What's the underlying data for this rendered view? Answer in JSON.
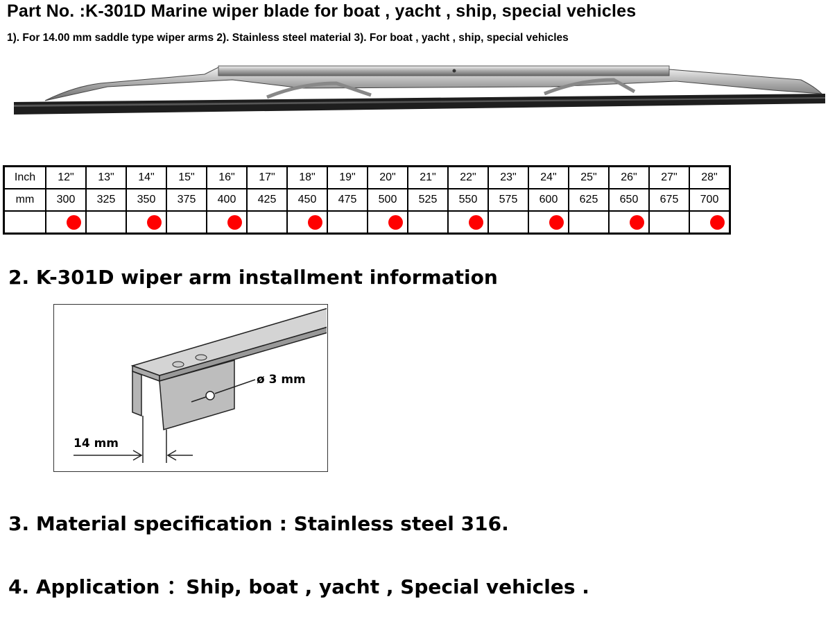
{
  "header": {
    "title": "Part No. :K-301D Marine wiper blade for boat , yacht , ship, special vehicles",
    "subtitle": "1). For 14.00 mm saddle type wiper arms  2). Stainless steel material 3). For boat , yacht , ship, special vehicles"
  },
  "size_table": {
    "row_labels": [
      "Inch",
      "mm"
    ],
    "inch": [
      "12\"",
      "13\"",
      "14\"",
      "15\"",
      "16\"",
      "17\"",
      "18\"",
      "19\"",
      "20\"",
      "21\"",
      "22\"",
      "23\"",
      "24\"",
      "25\"",
      "26\"",
      "27\"",
      "28\""
    ],
    "mm": [
      "300",
      "325",
      "350",
      "375",
      "400",
      "425",
      "450",
      "475",
      "500",
      "525",
      "550",
      "575",
      "600",
      "625",
      "650",
      "675",
      "700"
    ],
    "available": [
      true,
      false,
      true,
      false,
      true,
      false,
      true,
      false,
      true,
      false,
      true,
      false,
      true,
      false,
      true,
      false,
      true
    ],
    "dot_color": "#ff0000"
  },
  "sections": {
    "s2": "2. K-301D wiper arm installment  information",
    "s3": "3. Material specification : Stainless steel 316.",
    "s4": "4. Application ：Ship, boat , yacht , Special vehicles ."
  },
  "diagram": {
    "hole_label": "ø 3 mm",
    "width_label": "14 mm"
  }
}
